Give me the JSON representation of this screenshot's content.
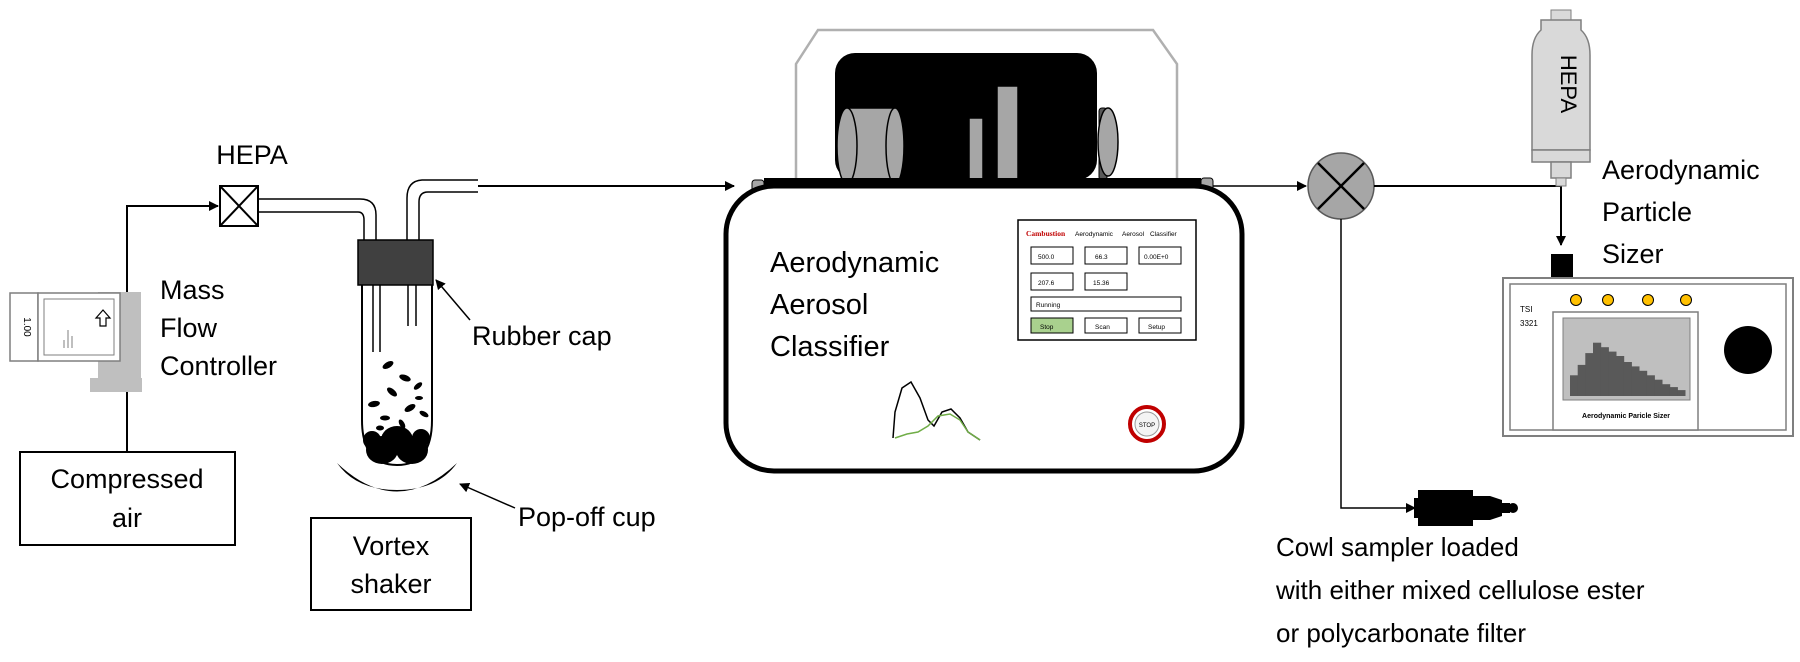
{
  "labels": {
    "hepa_left": "HEPA",
    "mass_flow": [
      "Mass",
      "Flow",
      "Controller"
    ],
    "compressed_air": [
      "Compressed",
      "air"
    ],
    "rubber_cap": "Rubber cap",
    "pop_off_cup": "Pop-off cup",
    "vortex_shaker": [
      "Vortex",
      "shaker"
    ],
    "aac": [
      "Aerodynamic",
      "Aerosol",
      "Classifier"
    ],
    "hepa_right": "HEPA",
    "aps_label": [
      "Aerodynamic",
      "Particle",
      "Sizer"
    ],
    "cowl_sampler": [
      "Cowl sampler loaded",
      "with either mixed cellulose ester",
      "or polycarbonate filter"
    ]
  },
  "mfc_display": {
    "value": "1.00"
  },
  "aac_screen": {
    "brand": "Cambustion",
    "header": [
      "Aerodynamic",
      "Aerosol",
      "Classifier"
    ],
    "row1": [
      "500.0",
      "66.3",
      "0.00E+0"
    ],
    "row2": [
      "207.6",
      "15.36"
    ],
    "status": "Running",
    "buttons": [
      "Stop",
      "Scan",
      "Setup"
    ],
    "stop_button": "STOP"
  },
  "aps_device": {
    "model": [
      "TSI",
      "3321"
    ],
    "title": "Aerodynamic Paricle Sizer",
    "histogram": [
      0.28,
      0.42,
      0.58,
      0.72,
      0.66,
      0.6,
      0.54,
      0.46,
      0.4,
      0.34,
      0.28,
      0.22,
      0.16,
      0.12,
      0.08
    ]
  },
  "colors": {
    "stroke": "#000000",
    "gray": "#a6a6a6",
    "dark_gray": "#595959",
    "screen_green": "#a9d18e",
    "accent_red": "#c00000",
    "led_yellow": "#ffc000",
    "curve_green": "#70ad47"
  }
}
